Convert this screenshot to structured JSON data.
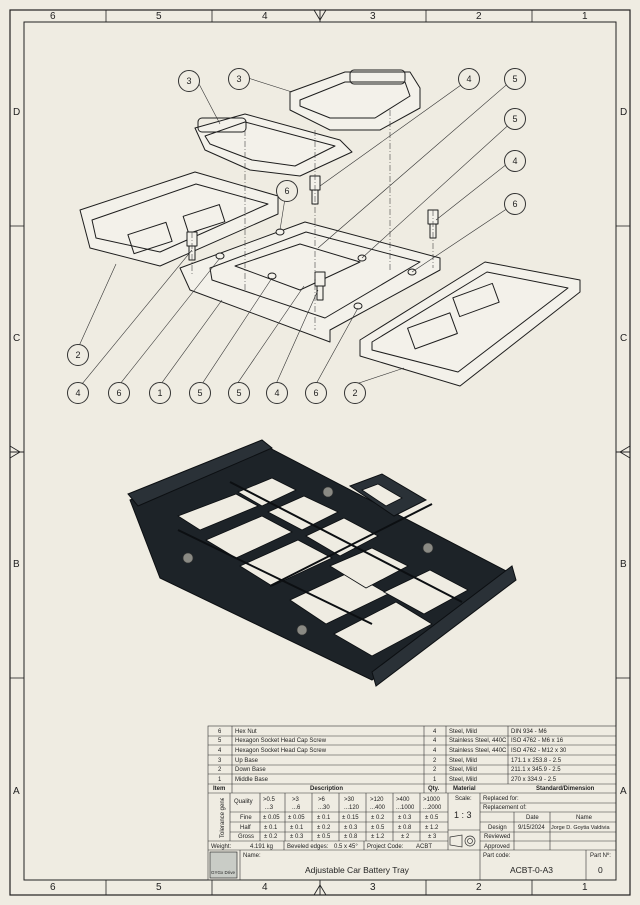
{
  "zones": {
    "columns": [
      "6",
      "5",
      "4",
      "3",
      "2",
      "1"
    ],
    "rows": [
      "D",
      "C",
      "B",
      "A"
    ]
  },
  "callouts": {
    "top": [
      "3",
      "3",
      "4",
      "5",
      "5",
      "4",
      "6",
      "6"
    ],
    "bottom": [
      "2",
      "4",
      "6",
      "1",
      "5",
      "5",
      "4",
      "6",
      "2"
    ]
  },
  "bom": {
    "rows": [
      {
        "item": "6",
        "desc": "Hex Nut",
        "qty": "4",
        "material": "Steel, Mild",
        "standard": "DIN 934 - M6"
      },
      {
        "item": "5",
        "desc": "Hexagon Socket Head Cap Screw",
        "qty": "4",
        "material": "Stainless Steel, 440C",
        "standard": "ISO 4762 - M6 x 16"
      },
      {
        "item": "4",
        "desc": "Hexagon Socket Head Cap Screw",
        "qty": "4",
        "material": "Stainless Steel, 440C",
        "standard": "ISO 4762 - M12 x 30"
      },
      {
        "item": "3",
        "desc": "Up Base",
        "qty": "2",
        "material": "Steel, Mild",
        "standard": "171.1 x 253.8 - 2.5"
      },
      {
        "item": "2",
        "desc": "Down Base",
        "qty": "2",
        "material": "Steel, Mild",
        "standard": "211.1 x 345.9 - 2.5"
      },
      {
        "item": "1",
        "desc": "Middle Base",
        "qty": "1",
        "material": "Steel, Mild",
        "standard": "270 x 334.9 - 2.5"
      }
    ],
    "headers": {
      "item": "Item",
      "desc": "Description",
      "qty": "Qty.",
      "material": "Material",
      "standard": "Standard/Dimension"
    }
  },
  "tolerance": {
    "label": "Tolerance general",
    "quality_label": "Quality",
    "ranges": [
      ">0.5\n...3",
      ">3\n...6",
      ">6\n...30",
      ">30\n...120",
      ">120\n...400",
      ">400\n...1000",
      ">1000\n...2000"
    ],
    "rows": [
      {
        "name": "Fine",
        "vals": [
          "± 0.05",
          "± 0.05",
          "± 0.1",
          "± 0.15",
          "± 0.2",
          "± 0.3",
          "± 0.5"
        ]
      },
      {
        "name": "Half",
        "vals": [
          "± 0.1",
          "± 0.1",
          "± 0.2",
          "± 0.3",
          "± 0.5",
          "± 0.8",
          "± 1.2"
        ]
      },
      {
        "name": "Gross",
        "vals": [
          "± 0.2",
          "± 0.3",
          "± 0.5",
          "± 0.8",
          "± 1.2",
          "± 2",
          "± 3"
        ]
      }
    ]
  },
  "title_block": {
    "scale_label": "Scale:",
    "scale": "1 : 3",
    "replaced_for": "Replaced for:",
    "replacement_of": "Replacement of:",
    "date_label": "Date",
    "name_label": "Name",
    "design_label": "Design",
    "design_date": "9/15/2024",
    "design_name": "Jorge D. Goytia Valdivia",
    "reviewed_label": "Reviewed",
    "approved_label": "Approved",
    "weight_label": "Weight:",
    "weight": "4.191 kg",
    "beveled_label": "Beveled edges:",
    "beveled": "0.5 x 45°",
    "project_label": "Project Code:",
    "project": "ACBT",
    "name_field_label": "Name:",
    "drawing_name": "Adjustable Car Battery Tray",
    "part_code_label": "Part code:",
    "part_code": "ACBT-0-A3",
    "part_no_label": "Part Nº:",
    "part_no": "0",
    "logo_text": "GYGx Drive"
  }
}
